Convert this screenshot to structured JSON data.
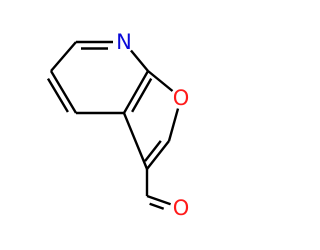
{
  "structure": {
    "atoms": [
      {
        "id": "n7",
        "element": "N",
        "label": "N",
        "color": "#0a0ad8"
      },
      {
        "id": "c6",
        "element": "C",
        "label": ""
      },
      {
        "id": "c5",
        "element": "C",
        "label": ""
      },
      {
        "id": "c4",
        "element": "C",
        "label": ""
      },
      {
        "id": "c3a",
        "element": "C",
        "label": ""
      },
      {
        "id": "c7a",
        "element": "C",
        "label": ""
      },
      {
        "id": "o1",
        "element": "O",
        "label": "O",
        "color": "#ff1a1a"
      },
      {
        "id": "c2",
        "element": "C",
        "label": ""
      },
      {
        "id": "c3",
        "element": "C",
        "label": ""
      },
      {
        "id": "c_cho",
        "element": "C",
        "label": ""
      },
      {
        "id": "o_cho",
        "element": "O",
        "label": "O",
        "color": "#ff1a1a"
      }
    ],
    "bonds": [
      {
        "from": "n7",
        "to": "c6",
        "order": 2
      },
      {
        "from": "c6",
        "to": "c5",
        "order": 1
      },
      {
        "from": "c5",
        "to": "c4",
        "order": 2
      },
      {
        "from": "c4",
        "to": "c3a",
        "order": 1
      },
      {
        "from": "c3a",
        "to": "c7a",
        "order": 2
      },
      {
        "from": "c7a",
        "to": "n7",
        "order": 1
      },
      {
        "from": "c7a",
        "to": "o1",
        "order": 1
      },
      {
        "from": "o1",
        "to": "c2",
        "order": 1
      },
      {
        "from": "c2",
        "to": "c3",
        "order": 2
      },
      {
        "from": "c3",
        "to": "c3a",
        "order": 1
      },
      {
        "from": "c3",
        "to": "c_cho",
        "order": 1
      },
      {
        "from": "c_cho",
        "to": "o_cho",
        "order": 2
      }
    ]
  }
}
